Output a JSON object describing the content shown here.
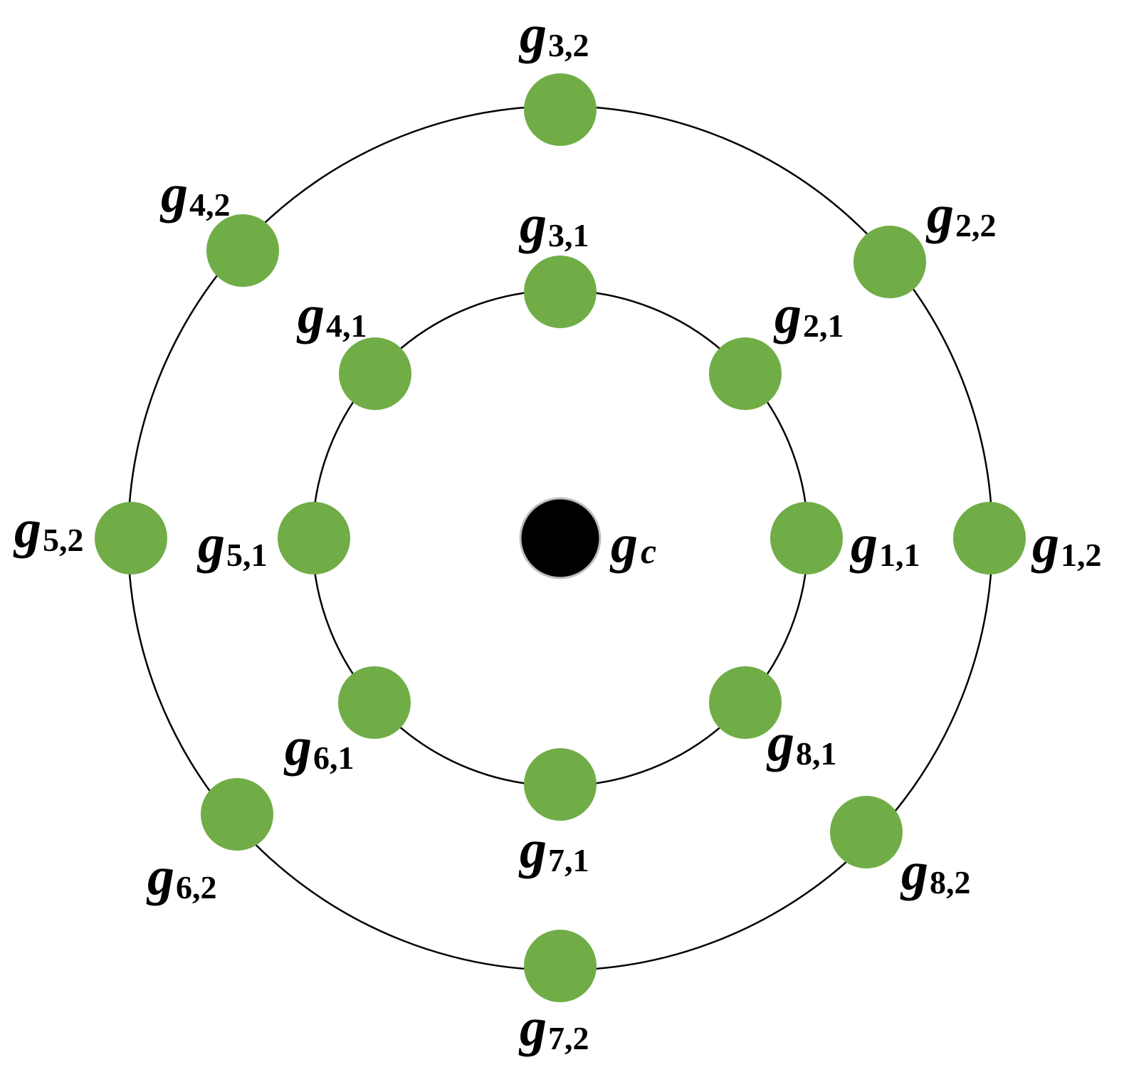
{
  "colors": {
    "node": "#70ad47",
    "center": "#000000",
    "ring": "#000000",
    "background": "#ffffff"
  },
  "center": {
    "id": "c",
    "label": "g",
    "sub": "c"
  },
  "rings": [
    {
      "ring": 1,
      "nodes": [
        {
          "id": "1,1",
          "label": "g",
          "sub": "1,1"
        },
        {
          "id": "2,1",
          "label": "g",
          "sub": "2,1"
        },
        {
          "id": "3,1",
          "label": "g",
          "sub": "3,1"
        },
        {
          "id": "4,1",
          "label": "g",
          "sub": "4,1"
        },
        {
          "id": "5,1",
          "label": "g",
          "sub": "5,1"
        },
        {
          "id": "6,1",
          "label": "g",
          "sub": "6,1"
        },
        {
          "id": "7,1",
          "label": "g",
          "sub": "7,1"
        },
        {
          "id": "8,1",
          "label": "g",
          "sub": "8,1"
        }
      ]
    },
    {
      "ring": 2,
      "nodes": [
        {
          "id": "1,2",
          "label": "g",
          "sub": "1,2"
        },
        {
          "id": "2,2",
          "label": "g",
          "sub": "2,2"
        },
        {
          "id": "3,2",
          "label": "g",
          "sub": "3,2"
        },
        {
          "id": "4,2",
          "label": "g",
          "sub": "4,2"
        },
        {
          "id": "5,2",
          "label": "g",
          "sub": "5,2"
        },
        {
          "id": "6,2",
          "label": "g",
          "sub": "6,2"
        },
        {
          "id": "7,2",
          "label": "g",
          "sub": "7,2"
        },
        {
          "id": "8,2",
          "label": "g",
          "sub": "8,2"
        }
      ]
    }
  ]
}
